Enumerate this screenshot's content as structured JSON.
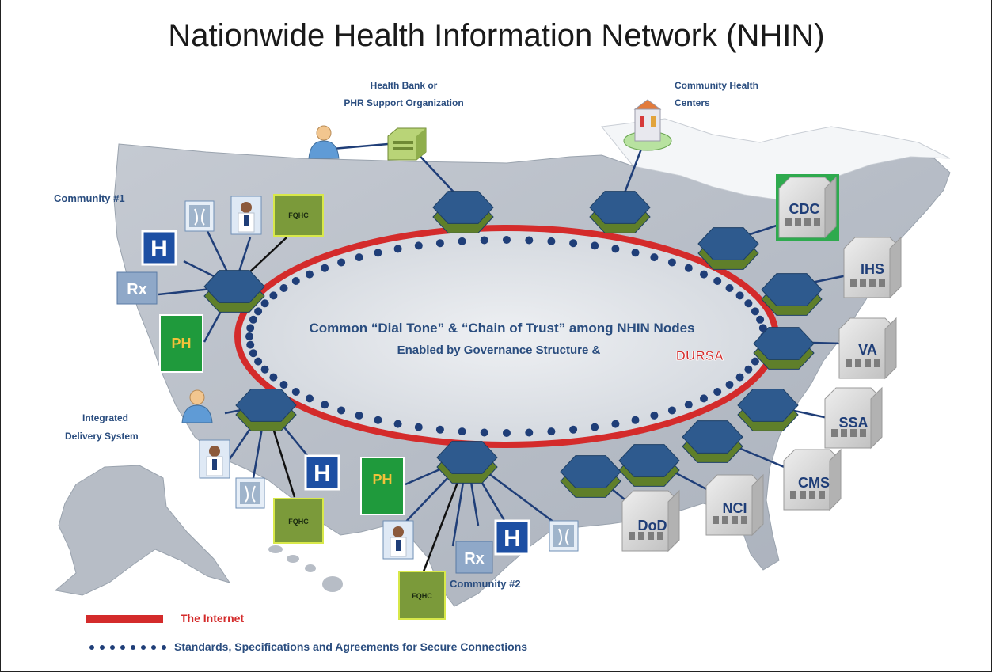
{
  "title": "Nationwide Health Information Network (NHIN)",
  "labels": {
    "health_bank": [
      "Health Bank or",
      "PHR Support Organization"
    ],
    "community_health_centers": [
      "Community Health",
      "Centers"
    ],
    "community_1": "Community #1",
    "community_2": "Community #2",
    "integrated_delivery": [
      "Integrated",
      "Delivery System"
    ]
  },
  "center": {
    "line1": "Common “Dial Tone” & “Chain of Trust” among NHIN Nodes",
    "line2": "Enabled by Governance Structure &",
    "dursa": "DURSA"
  },
  "agencies": [
    "CDC",
    "IHS",
    "VA",
    "SSA",
    "CMS",
    "NCI",
    "DoD"
  ],
  "facility_labels": {
    "hospital": "H",
    "pharmacy": "Rx",
    "public_health": "PH",
    "fqhc": "FQHC"
  },
  "legend": {
    "internet": "The Internet",
    "standards": "Standards, Specifications and Agreements for Secure Connections"
  },
  "colors": {
    "internet_ring": "#d42b2b",
    "secure_dots": "#1f3e78",
    "node": "#2e5a8e",
    "node_base": "#5f7f2a",
    "agency_accent": "#2eaa4e",
    "fqhc": "#7b9a3a",
    "public_health": "#1f9a3c",
    "hospital": "#1d4fa3"
  }
}
